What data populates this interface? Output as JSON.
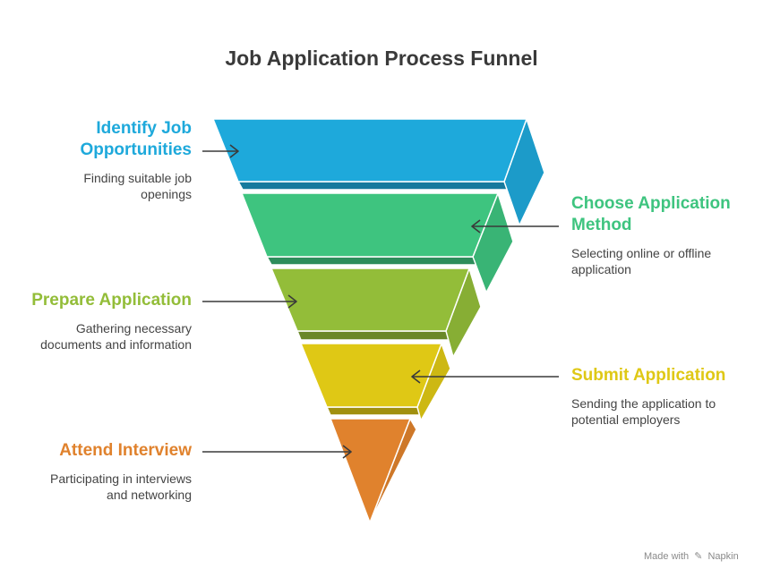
{
  "title": "Job Application Process Funnel",
  "stages": [
    {
      "heading_lines": [
        "Identify Job",
        "Opportunities"
      ],
      "description_lines": [
        "Finding suitable job",
        "openings"
      ],
      "color": "#1EA9DB",
      "side": "left"
    },
    {
      "heading_lines": [
        "Choose Application",
        "Method"
      ],
      "description_lines": [
        "Selecting online or offline",
        "application"
      ],
      "color": "#3EC47F",
      "side": "right"
    },
    {
      "heading_lines": [
        "Prepare Application"
      ],
      "description_lines": [
        "Gathering necessary",
        "documents and information"
      ],
      "color": "#93BD39",
      "side": "left"
    },
    {
      "heading_lines": [
        "Submit Application"
      ],
      "description_lines": [
        "Sending the application to",
        "potential employers"
      ],
      "color": "#DFC815",
      "side": "right"
    },
    {
      "heading_lines": [
        "Attend Interview"
      ],
      "description_lines": [
        "Participating in interviews",
        "and networking"
      ],
      "color": "#E0822D",
      "side": "left"
    }
  ],
  "watermark": {
    "prefix": "Made with",
    "brand": "Napkin",
    "icon": "napkin-logo-icon"
  }
}
